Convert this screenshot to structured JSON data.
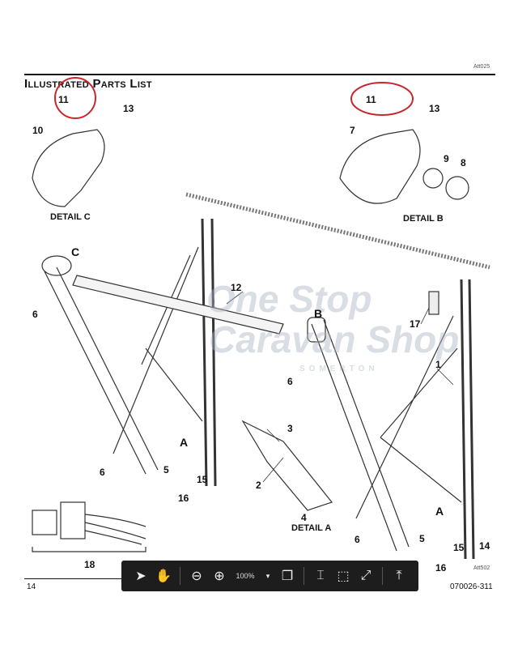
{
  "page": {
    "title": "Illustrated Parts List",
    "ref_top": "Att025",
    "ref_bottom": "Att502",
    "page_number": "14",
    "doc_number": "070026-311"
  },
  "callouts": {
    "c11a": "11",
    "c13a": "13",
    "c10": "10",
    "detail_c": "DETAIL C",
    "c11b": "11",
    "c13b": "13",
    "c7": "7",
    "c9": "9",
    "c8": "8",
    "detail_b": "DETAIL B",
    "cC": "C",
    "c12": "12",
    "c6a": "6",
    "cB": "B",
    "c17": "17",
    "c1": "1",
    "c6b": "6",
    "cA1": "A",
    "c3": "3",
    "c6c": "6",
    "c5a": "5",
    "c15a": "15",
    "c2": "2",
    "c16a": "16",
    "c4": "4",
    "detail_a": "DETAIL A",
    "cA2": "A",
    "c18": "18",
    "c6d": "6",
    "c5b": "5",
    "c15b": "15",
    "c14": "14",
    "c16b": "16"
  },
  "watermark": {
    "line1": "One Stop",
    "line2": "Caravan Shop",
    "line3": "SOMERTON"
  },
  "toolbar": {
    "zoom_level": "100%",
    "active_tool": "hand",
    "accent": "#3aa0d8"
  }
}
